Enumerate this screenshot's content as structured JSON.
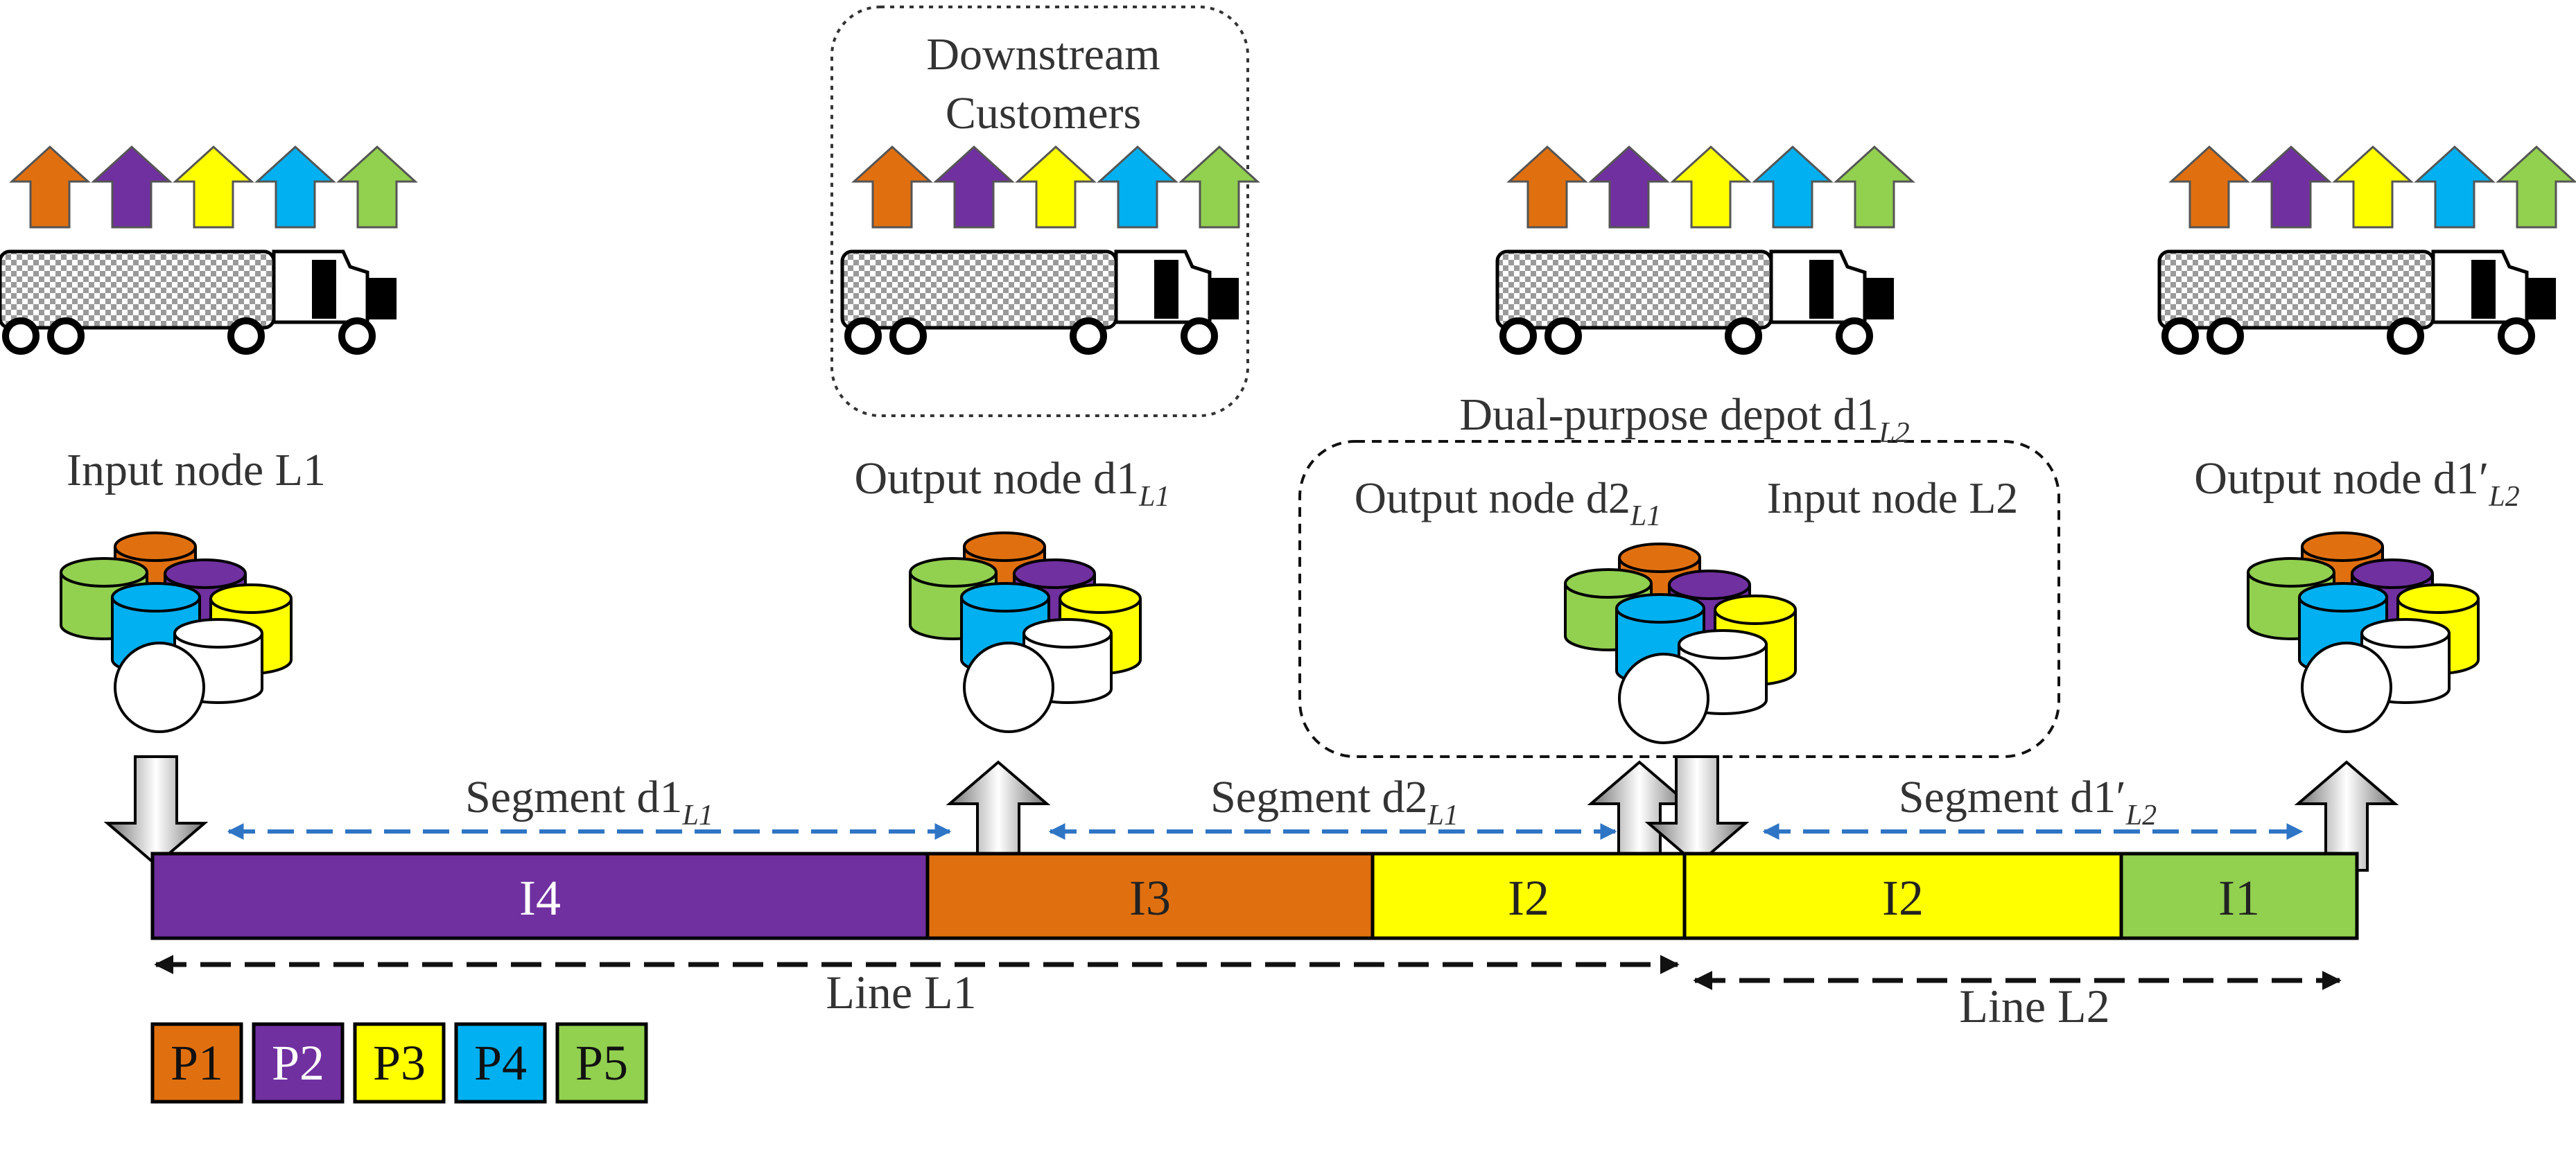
{
  "colors": {
    "P1": "#e0700f",
    "P2": "#7030a0",
    "P3": "#ffff00",
    "P4": "#00b0f0",
    "P5": "#92d050",
    "dash_blue": "#2f75c5"
  },
  "customers_box": {
    "line1": "Downstream",
    "line2": "Customers"
  },
  "depot": {
    "title": "Dual-purpose depot d1",
    "title_sub": "L2",
    "left": "Output node d2",
    "left_sub": "L1",
    "right": "Input node L2"
  },
  "nodes": [
    {
      "main": "Input node L1",
      "sub": ""
    },
    {
      "main": "Output node d1",
      "sub": "L1"
    },
    {
      "main": "Output node d1′",
      "sub": "L2"
    }
  ],
  "segments": [
    {
      "main": "Segment d1",
      "sub": "L1"
    },
    {
      "main": "Segment d2",
      "sub": "L1"
    },
    {
      "main": "Segment d1′",
      "sub": "L2"
    }
  ],
  "bars": [
    {
      "label": "I4",
      "product": "P2"
    },
    {
      "label": "I3",
      "product": "P1"
    },
    {
      "label": "I2",
      "product": "P3"
    },
    {
      "label": "I2",
      "product": "P3"
    },
    {
      "label": "I1",
      "product": "P5"
    }
  ],
  "lines": {
    "l1": "Line L1",
    "l2": "Line L2"
  },
  "legend": [
    "P1",
    "P2",
    "P3",
    "P4",
    "P5"
  ],
  "arrow_colors": [
    "P1",
    "P2",
    "P3",
    "P4",
    "P5"
  ]
}
